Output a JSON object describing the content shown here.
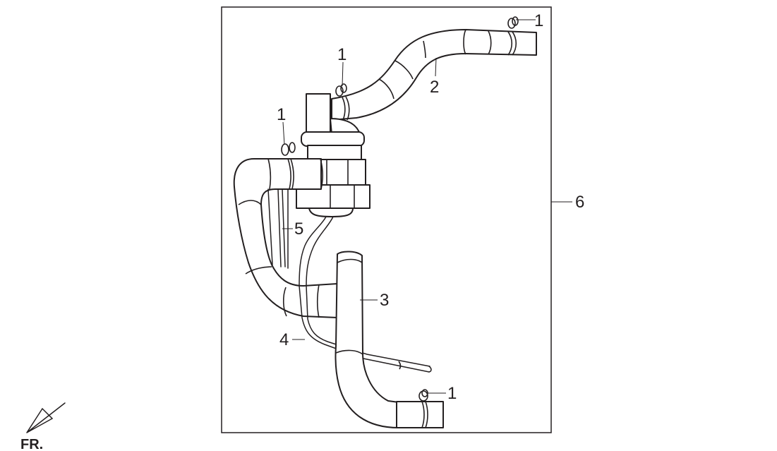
{
  "callouts": {
    "c1a": "1",
    "c1b": "1",
    "c1c": "1",
    "c1d": "1",
    "c2": "2",
    "c3": "3",
    "c4": "4",
    "c5": "5",
    "c6": "6"
  },
  "direction_marker": {
    "label": "FR."
  }
}
